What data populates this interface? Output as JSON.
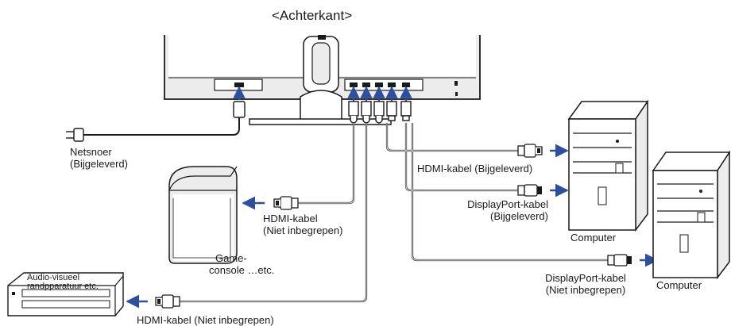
{
  "title": "<Achterkant>",
  "labels": {
    "power_cord": [
      "Netsnoer",
      "(Bijgeleverd)"
    ],
    "hdmi_supplied": "HDMI-kabel (Bijgeleverd)",
    "displayport_supplied": [
      "DisplayPort-kabel",
      "(Bijgeleverd)"
    ],
    "computer_1": "Computer",
    "computer_2": "Computer",
    "hdmi_game": [
      "HDMI-kabel",
      "(Niet inbegrepen)"
    ],
    "game_console": [
      "Game-",
      "console …etc."
    ],
    "displayport_not_included": [
      "DisplayPort-kabel",
      "(Niet inbegrepen)"
    ],
    "av_device": [
      "Audio-visueel",
      "randpparatuur etc."
    ],
    "hdmi_av": "HDMI-kabel (Niet inbegrepen)"
  },
  "colors": {
    "arrow": "#2d4f9e",
    "line": "#1a1a1a",
    "screen_fill": "#ececec",
    "panel_fill": "#f7f7f7"
  }
}
